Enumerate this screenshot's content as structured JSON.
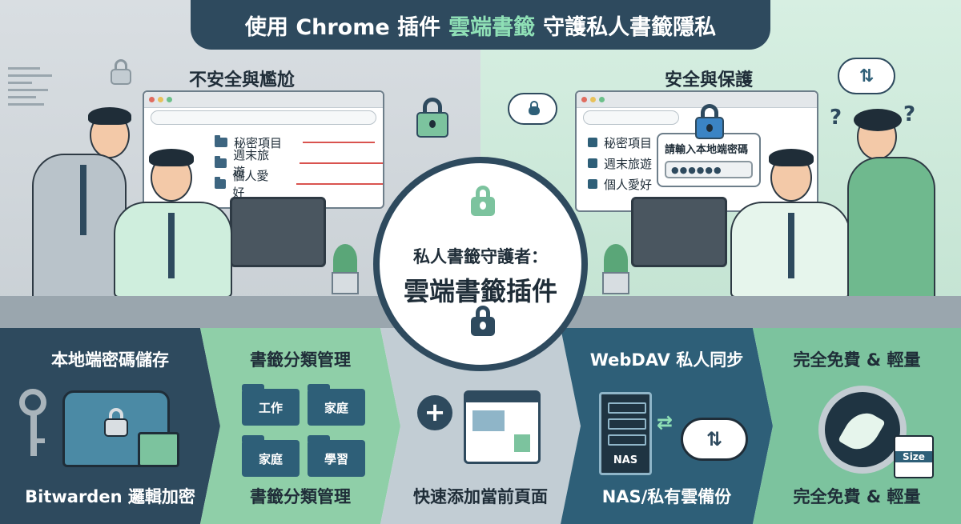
{
  "title": {
    "prefix": "使用 Chrome 插件",
    "highlight": "雲端書籤",
    "suffix": "守護私人書籤隱私"
  },
  "left": {
    "heading": "不安全與尷尬",
    "bookmarks": [
      "秘密項目",
      "週末旅遊",
      "個人愛好"
    ]
  },
  "right": {
    "heading": "安全與保護",
    "bookmarks": [
      "秘密項目",
      "週末旅遊",
      "個人愛好"
    ],
    "password_prompt": "請輸入本地端密碼",
    "password_mask": "●●●●●●"
  },
  "center": {
    "line1": "私人書籤守護者：",
    "line2": "雲端書籤插件"
  },
  "features": [
    {
      "title": "本地端密碼儲存",
      "footer": "Bitwarden 邏輯加密"
    },
    {
      "title": "書籤分類管理",
      "footer": "書籤分類管理",
      "folders": [
        "工作",
        "家庭",
        "家庭",
        "學習"
      ]
    },
    {
      "title": "",
      "footer": "快速添加當前頁面"
    },
    {
      "title": "WebDAV 私人同步",
      "footer": "NAS/私有雲備份",
      "server_label": "NAS"
    },
    {
      "title": "完全免費 & 輕量",
      "footer": "完全免費 & 輕量",
      "file_label": "Size"
    }
  ],
  "icons": {
    "lock": "lock-icon",
    "cloud": "cloud-sync-icon",
    "key": "key-icon",
    "chest": "treasure-chest-icon",
    "chip": "chip-icon",
    "plus": "plus-icon",
    "server": "server-icon",
    "badge": "feather-badge-icon"
  },
  "colors": {
    "navy": "#2e4a5e",
    "mint": "#8fe0b6",
    "green": "#7cc39e",
    "danger": "#d9534f"
  }
}
